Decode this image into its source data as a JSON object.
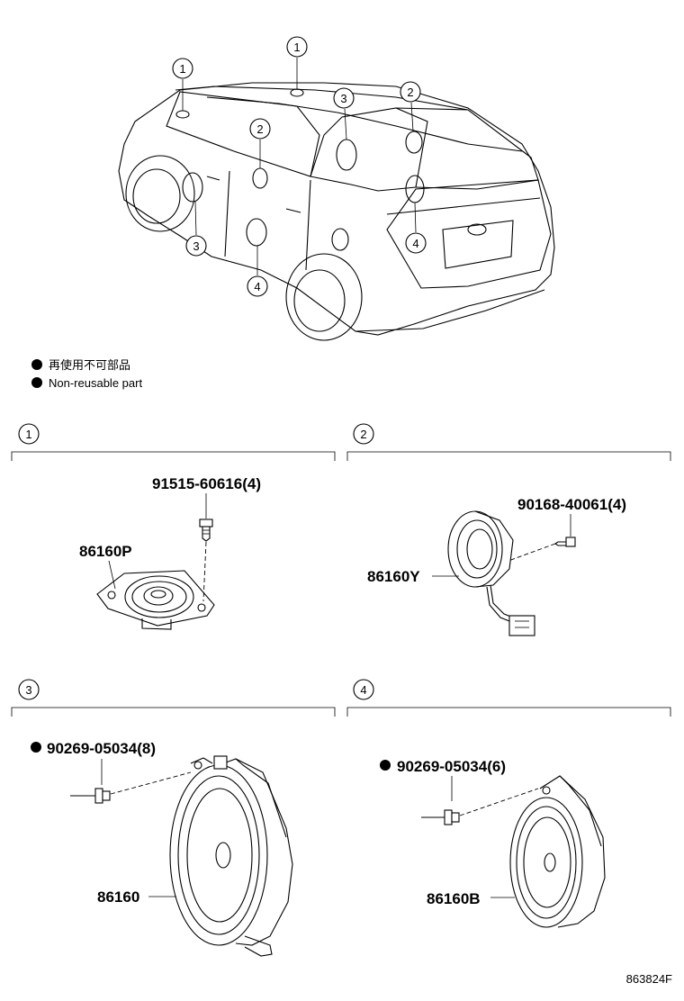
{
  "legend": {
    "japanese": "再使用不可部品",
    "english": "Non-reusable part"
  },
  "car_callouts": [
    {
      "num": "1"
    },
    {
      "num": "1"
    },
    {
      "num": "2"
    },
    {
      "num": "2"
    },
    {
      "num": "3"
    },
    {
      "num": "3"
    },
    {
      "num": "4"
    },
    {
      "num": "4"
    }
  ],
  "sections": [
    {
      "num": "1",
      "part": "86160P",
      "fastener": "91515-60616(4)"
    },
    {
      "num": "2",
      "part": "86160Y",
      "fastener": "90168-40061(4)"
    },
    {
      "num": "3",
      "part": "86160",
      "fastener": "90269-05034(8)"
    },
    {
      "num": "4",
      "part": "86160B",
      "fastener": "90269-05034(6)"
    }
  ],
  "figure_id": "863824F"
}
